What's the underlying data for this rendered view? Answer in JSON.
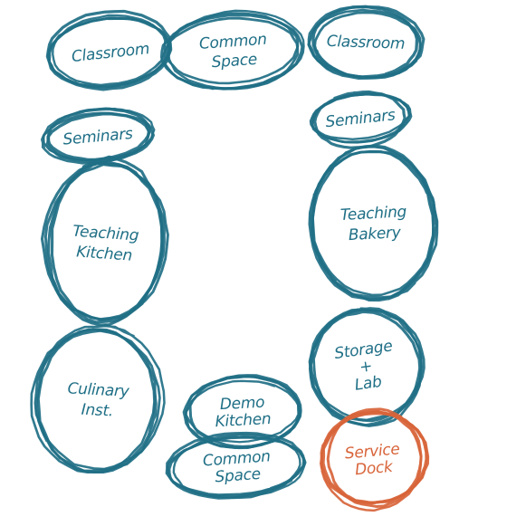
{
  "colors": {
    "stroke_primary": "#1f6f86",
    "stroke_accent": "#d8643a",
    "background": "#ffffff"
  },
  "spaces": [
    {
      "id": "classroom-left",
      "lines": [
        "Classroom"
      ],
      "color": "primary"
    },
    {
      "id": "common-space-top",
      "lines": [
        "Common",
        "Space"
      ],
      "color": "primary"
    },
    {
      "id": "classroom-right",
      "lines": [
        "Classroom"
      ],
      "color": "primary"
    },
    {
      "id": "seminars-left",
      "lines": [
        "Seminars"
      ],
      "color": "primary"
    },
    {
      "id": "seminars-right",
      "lines": [
        "Seminars"
      ],
      "color": "primary"
    },
    {
      "id": "teaching-kitchen",
      "lines": [
        "Teaching",
        "Kitchen"
      ],
      "color": "primary"
    },
    {
      "id": "teaching-bakery",
      "lines": [
        "Teaching",
        "Bakery"
      ],
      "color": "primary"
    },
    {
      "id": "culinary-inst",
      "lines": [
        "Culinary",
        "Inst."
      ],
      "color": "primary"
    },
    {
      "id": "storage-lab",
      "lines": [
        "Storage",
        "+",
        "Lab"
      ],
      "color": "primary"
    },
    {
      "id": "demo-kitchen",
      "lines": [
        "Demo",
        "Kitchen"
      ],
      "color": "primary"
    },
    {
      "id": "common-space-bottom",
      "lines": [
        "Common",
        "Space"
      ],
      "color": "primary"
    },
    {
      "id": "service-dock",
      "lines": [
        "Service",
        "Dock"
      ],
      "color": "accent"
    }
  ]
}
